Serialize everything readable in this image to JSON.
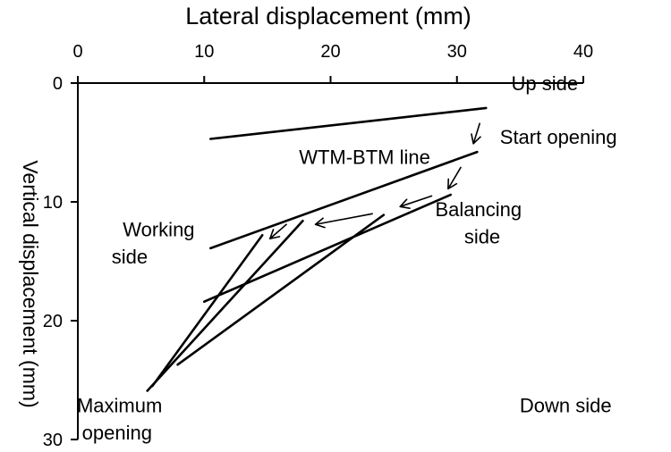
{
  "chart_data": {
    "type": "line",
    "title": "",
    "xlabel": "Lateral displacement (mm)",
    "ylabel": "Vertical displacement (mm)",
    "xlim": [
      0,
      40
    ],
    "ylim": [
      0,
      30
    ],
    "x_axis_position": "top",
    "y_axis_inverted": true,
    "grid": false,
    "legend": "none",
    "x_ticks": [
      0,
      10,
      20,
      30,
      40
    ],
    "y_ticks": [
      0,
      10,
      20,
      30
    ],
    "segments": [
      {
        "x": [
          10.5,
          32.3
        ],
        "y": [
          4.7,
          2.1
        ]
      },
      {
        "x": [
          10.5,
          31.6
        ],
        "y": [
          13.9,
          5.8
        ]
      },
      {
        "x": [
          10.0,
          29.5
        ],
        "y": [
          18.4,
          9.4
        ]
      },
      {
        "x": [
          7.9,
          24.2
        ],
        "y": [
          23.7,
          11.1
        ]
      },
      {
        "x": [
          5.5,
          17.8
        ],
        "y": [
          25.9,
          11.6
        ]
      },
      {
        "x": [
          5.9,
          14.6
        ],
        "y": [
          25.5,
          12.8
        ]
      }
    ],
    "arrows": [
      {
        "from": [
          31.8,
          3.4
        ],
        "to": [
          31.3,
          5.1
        ]
      },
      {
        "from": [
          30.3,
          7.1
        ],
        "to": [
          29.3,
          8.9
        ]
      },
      {
        "from": [
          28.0,
          9.5
        ],
        "to": [
          25.5,
          10.4
        ]
      },
      {
        "from": [
          23.3,
          11.0
        ],
        "to": [
          18.8,
          11.9
        ]
      },
      {
        "from": [
          16.5,
          11.9
        ],
        "to": [
          15.2,
          13.1
        ]
      }
    ],
    "annotations": [
      {
        "text": "Up side",
        "x": 34.3,
        "y": 0.0,
        "anchor": "start"
      },
      {
        "text": "Start opening",
        "x": 33.4,
        "y": 4.5,
        "anchor": "start"
      },
      {
        "text": "WTM-BTM line",
        "x": 17.5,
        "y": 6.2,
        "anchor": "start"
      },
      {
        "text": "Balancing",
        "x": 31.7,
        "y": 10.6,
        "anchor": "middle"
      },
      {
        "text": "side",
        "x": 32.0,
        "y": 12.9,
        "anchor": "middle"
      },
      {
        "text": "Working",
        "x": 6.4,
        "y": 12.3,
        "anchor": "middle"
      },
      {
        "text": "side",
        "x": 4.1,
        "y": 14.6,
        "anchor": "middle"
      },
      {
        "text": "Maximum",
        "x": 3.3,
        "y": 27.1,
        "anchor": "middle"
      },
      {
        "text": "opening",
        "x": 3.1,
        "y": 29.4,
        "anchor": "middle"
      },
      {
        "text": "Down side",
        "x": 38.6,
        "y": 27.1,
        "anchor": "middle"
      }
    ]
  }
}
